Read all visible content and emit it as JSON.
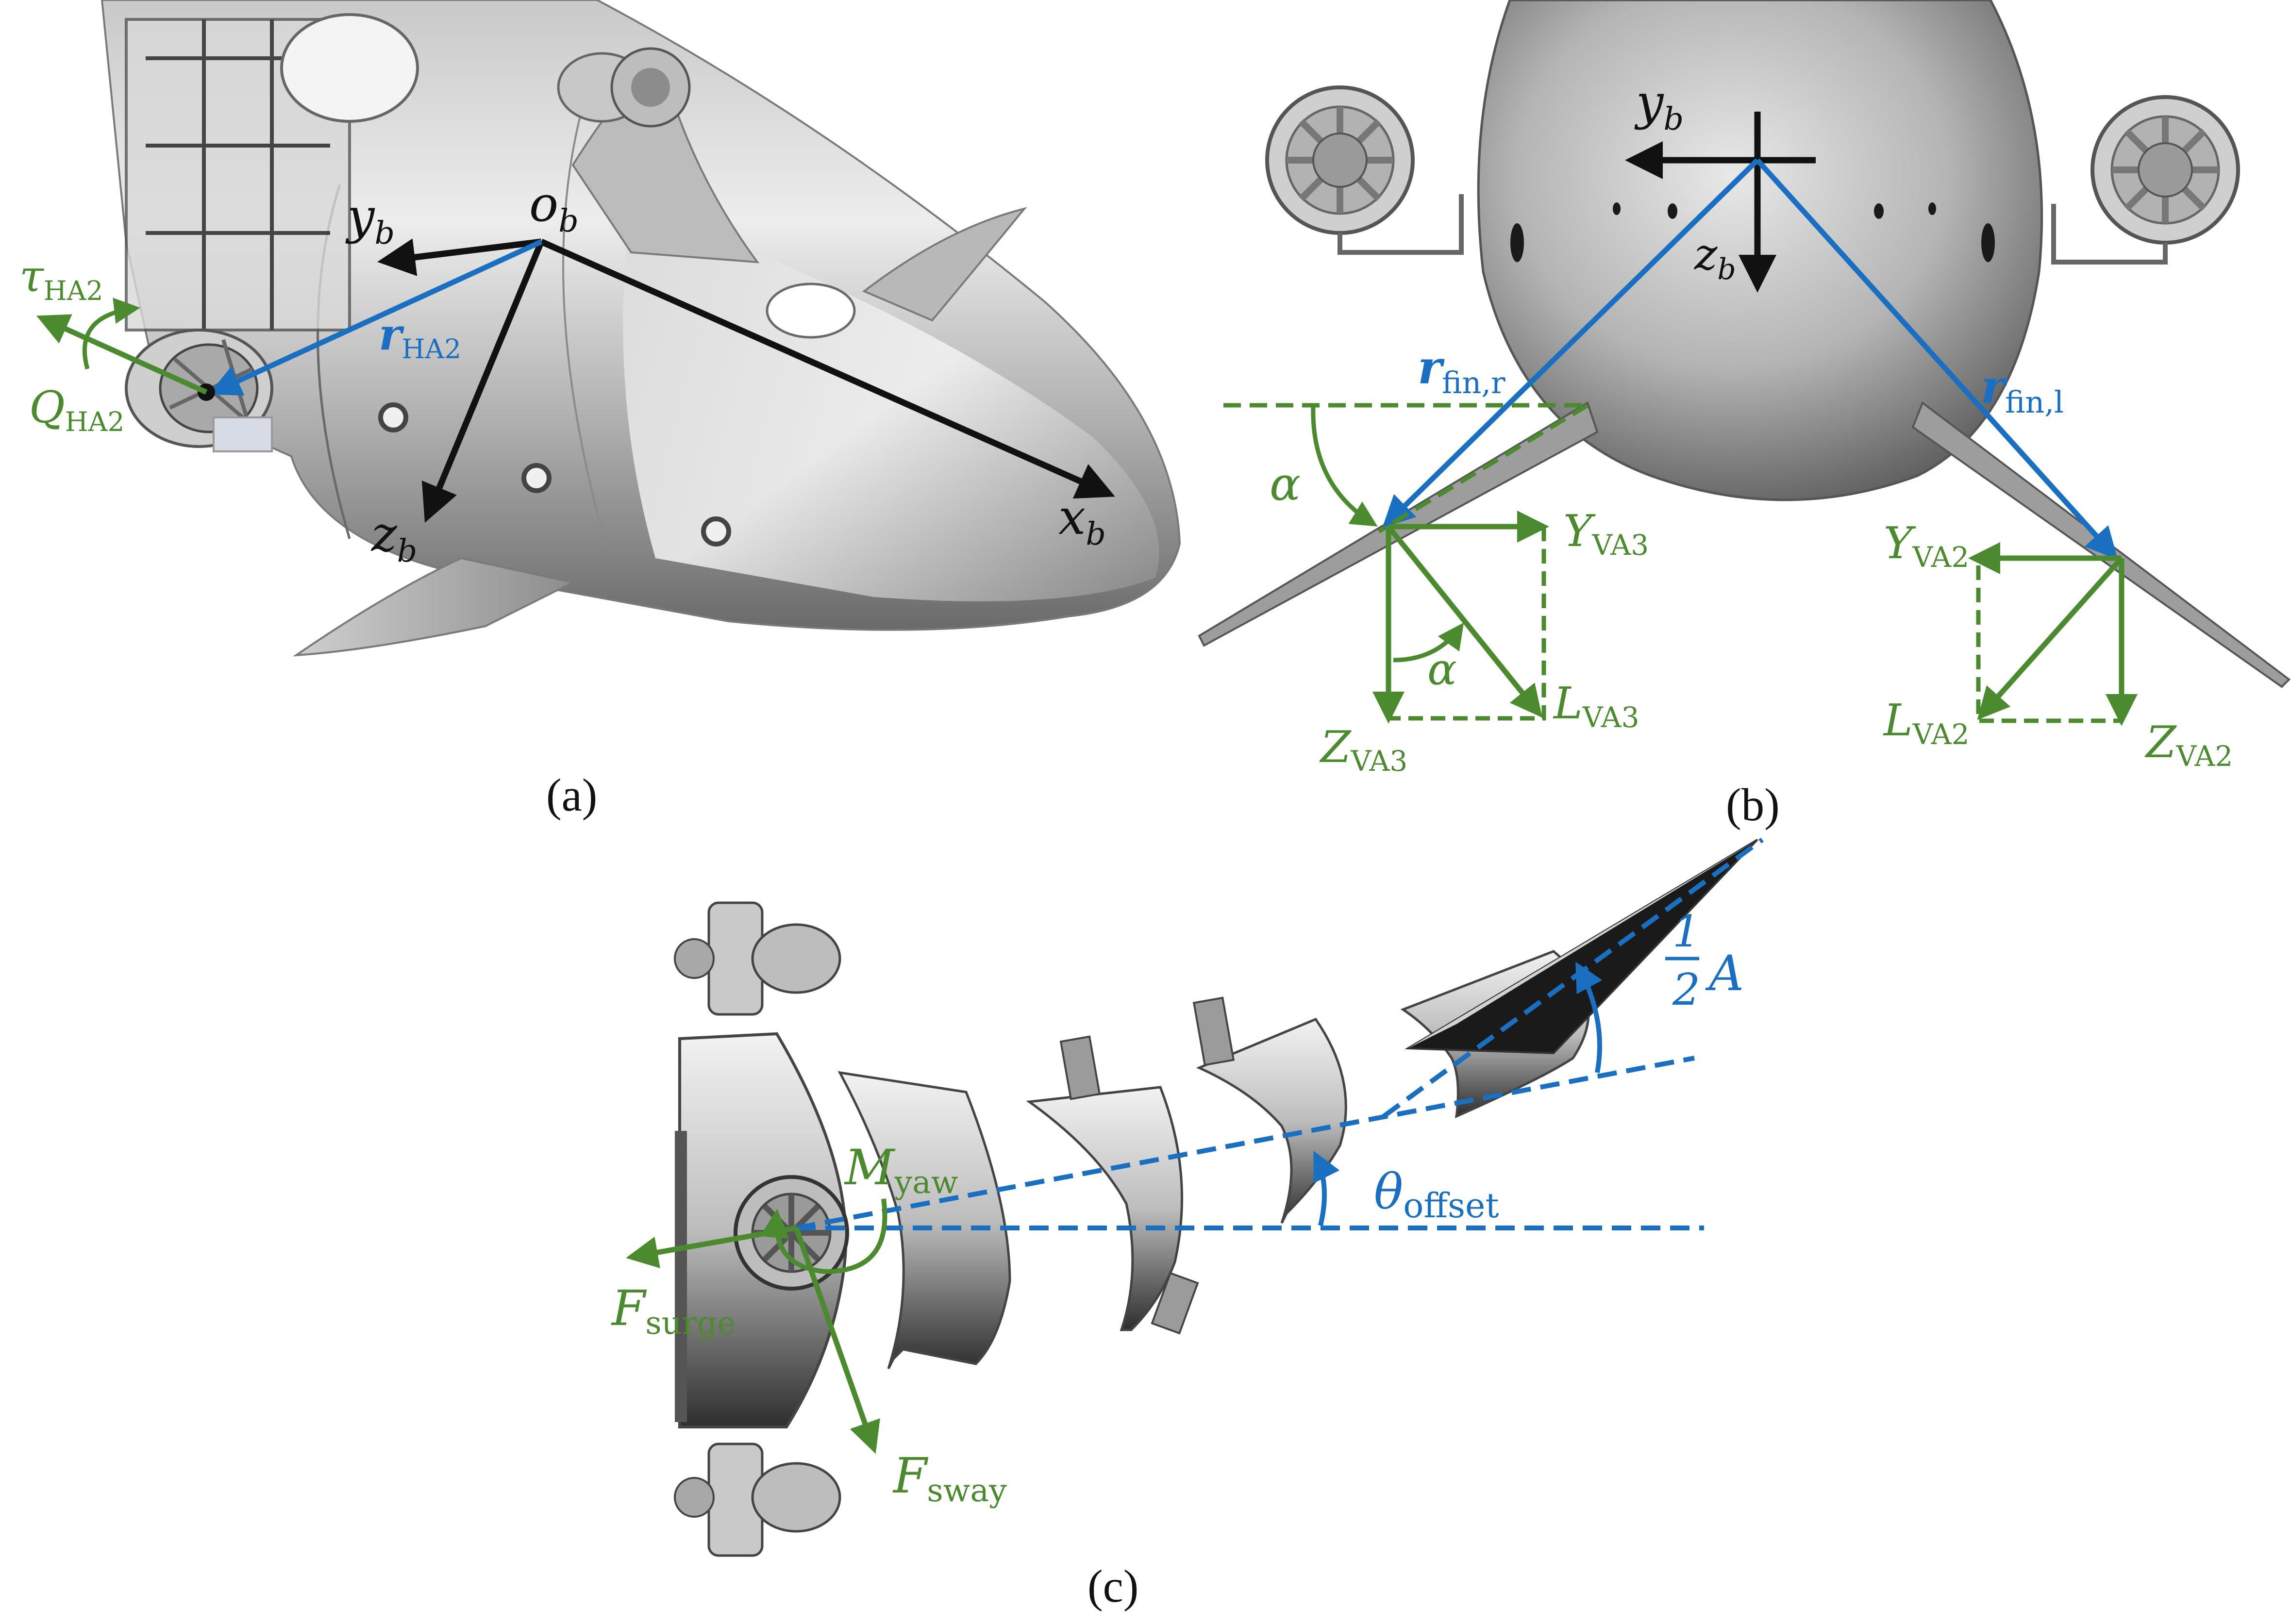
{
  "colors": {
    "black_axes": "#111111",
    "blue_vectors": "#1b6fc0",
    "green_forces": "#4b8a2e",
    "hull_light": "#e4e4e4",
    "hull_dark": "#5a5a5a"
  },
  "panels": {
    "a": {
      "caption": "(a)",
      "labels": {
        "tau": "τ",
        "tau_sub": "HA2",
        "q": "Q",
        "q_sub": "HA2",
        "yb": "y",
        "yb_sub": "b",
        "ob": "o",
        "ob_sub": "b",
        "r": "r",
        "r_sub": "HA2",
        "zb": "z",
        "zb_sub": "b",
        "xb": "x",
        "xb_sub": "b"
      }
    },
    "b": {
      "caption": "(b)",
      "labels": {
        "yb": "y",
        "yb_sub": "b",
        "zb": "z",
        "zb_sub": "b",
        "rfinr": "r",
        "rfinr_sub": "fin,r",
        "rfinl": "r",
        "rfinl_sub": "fin,l",
        "alpha1": "α",
        "alpha2": "α",
        "yva3": "Y",
        "yva3_sub": "VA3",
        "zva3": "Z",
        "zva3_sub": "VA3",
        "lva3": "L",
        "lva3_sub": "VA3",
        "yva2": "Y",
        "yva2_sub": "VA2",
        "lva2": "L",
        "lva2_sub": "VA2",
        "zva2": "Z",
        "zva2_sub": "VA2"
      }
    },
    "c": {
      "caption": "(c)",
      "labels": {
        "half_num": "1",
        "half_den": "2",
        "half_a": "A",
        "theta": "θ",
        "theta_sub": "offset",
        "myaw": "M",
        "myaw_sub": "yaw",
        "fsurge": "F",
        "fsurge_sub": "surge",
        "fsway": "F",
        "fsway_sub": "sway"
      }
    }
  }
}
